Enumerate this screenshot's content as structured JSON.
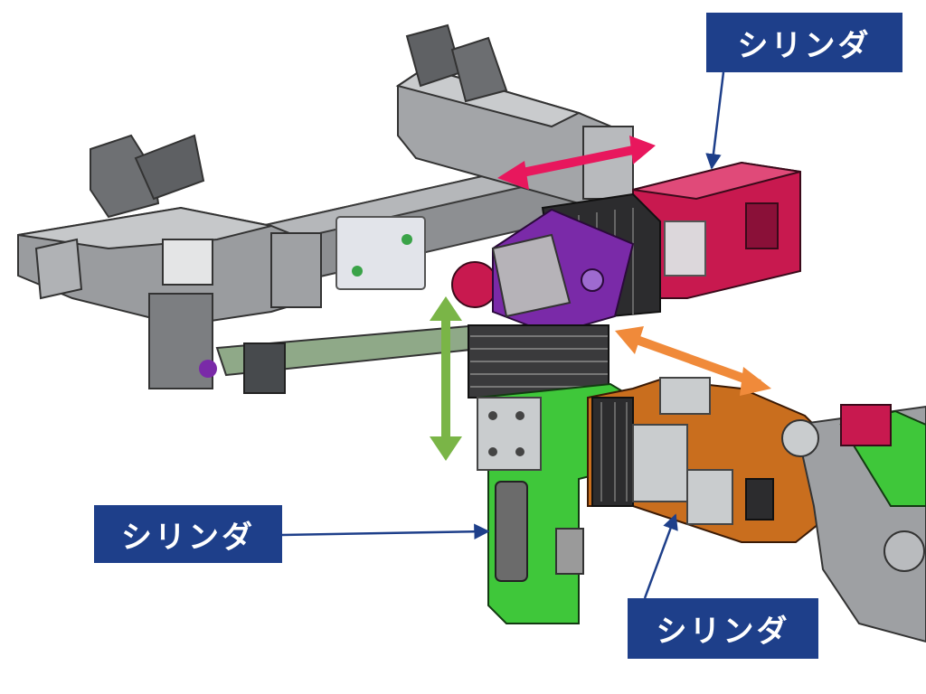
{
  "labels": {
    "top_right": "シリンダ",
    "left": "シリンダ",
    "bottom_right": "シリンダ"
  },
  "colors": {
    "label_bg": "#1e3f8a",
    "frame_gray": "#8d8f92",
    "cylinder_red": "#c8194f",
    "cylinder_green": "#3fc73a",
    "cylinder_orange": "#c96e1e",
    "joint_purple": "#7a2aa8",
    "arrow_red": "#e8175d",
    "arrow_green": "#7ab547",
    "arrow_orange": "#f08a3a"
  }
}
